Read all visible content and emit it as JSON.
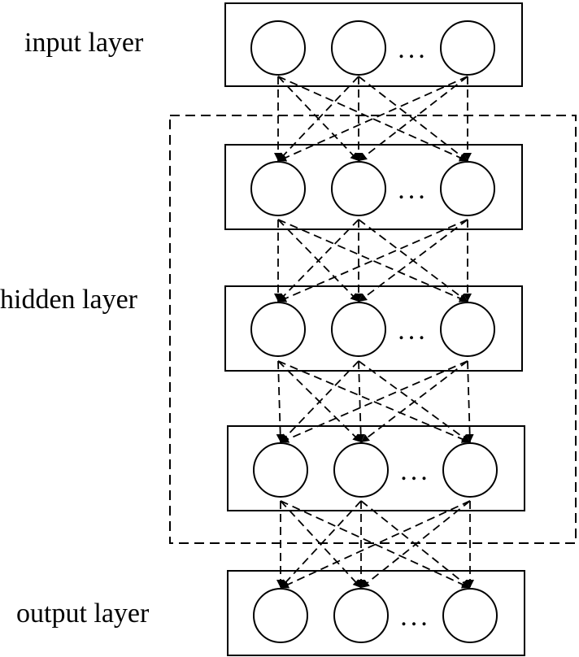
{
  "labels": {
    "input": "input layer",
    "hidden": "hidden layer",
    "output": "output layer"
  },
  "ellipsis": "...",
  "colors": {
    "stroke": "#000000",
    "background": "#ffffff"
  }
}
